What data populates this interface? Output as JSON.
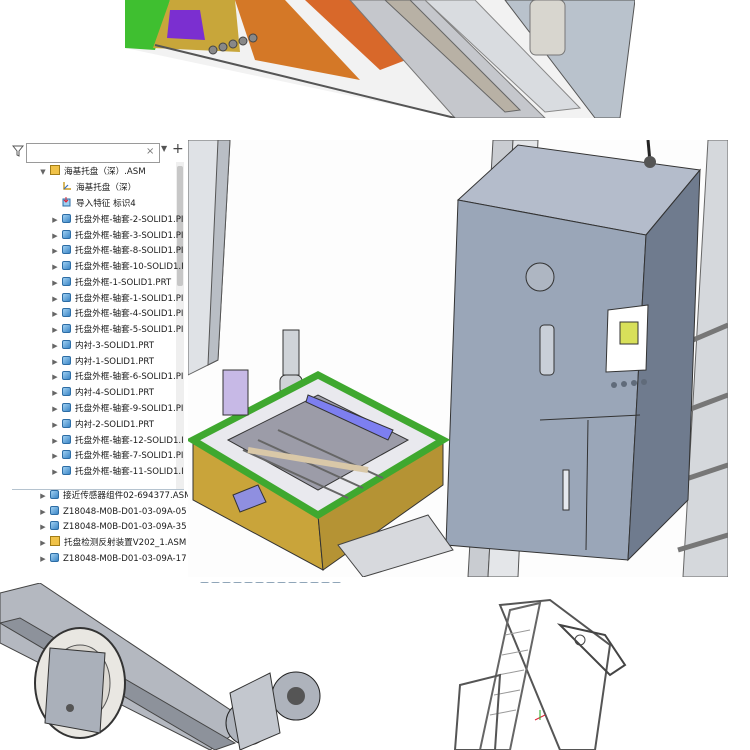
{
  "tree": {
    "search_placeholder": "",
    "clear_symbol": "×",
    "add_symbol": "+",
    "items": [
      {
        "label": "海基托盘（深）.ASM",
        "type": "asm",
        "expand": "▼"
      },
      {
        "label": "海基托盘（深）",
        "type": "csys",
        "expand": ""
      },
      {
        "label": "导入特征 标识4",
        "type": "import",
        "expand": ""
      },
      {
        "label": "托盘外框-轴套-2-SOLID1.PI",
        "type": "part",
        "expand": "▶"
      },
      {
        "label": "托盘外框-轴套-3-SOLID1.PI",
        "type": "part",
        "expand": "▶"
      },
      {
        "label": "托盘外框-轴套-8-SOLID1.PI",
        "type": "part",
        "expand": "▶"
      },
      {
        "label": "托盘外框-轴套-10-SOLID1.I",
        "type": "part",
        "expand": "▶"
      },
      {
        "label": "托盘外框-1-SOLID1.PRT",
        "type": "part",
        "expand": "▶"
      },
      {
        "label": "托盘外框-轴套-1-SOLID1.PI",
        "type": "part",
        "expand": "▶"
      },
      {
        "label": "托盘外框-轴套-4-SOLID1.PI",
        "type": "part",
        "expand": "▶"
      },
      {
        "label": "托盘外框-轴套-5-SOLID1.PI",
        "type": "part",
        "expand": "▶"
      },
      {
        "label": "内衬-3-SOLID1.PRT",
        "type": "part",
        "expand": "▶"
      },
      {
        "label": "内衬-1-SOLID1.PRT",
        "type": "part",
        "expand": "▶"
      },
      {
        "label": "托盘外框-轴套-6-SOLID1.PI",
        "type": "part",
        "expand": "▶"
      },
      {
        "label": "内衬-4-SOLID1.PRT",
        "type": "part",
        "expand": "▶"
      },
      {
        "label": "托盘外框-轴套-9-SOLID1.PI",
        "type": "part",
        "expand": "▶"
      },
      {
        "label": "内衬-2-SOLID1.PRT",
        "type": "part",
        "expand": "▶"
      },
      {
        "label": "托盘外框-轴套-12-SOLID1.I",
        "type": "part",
        "expand": "▶"
      },
      {
        "label": "托盘外框-轴套-7-SOLID1.PI",
        "type": "part",
        "expand": "▶"
      },
      {
        "label": "托盘外框-轴套-11-SOLID1.I",
        "type": "part",
        "expand": "▶"
      },
      {
        "label": "接近传感器组件02-694377.ASM",
        "type": "part",
        "expand": "▶"
      },
      {
        "label": "Z18048-M0B-D01-03-09A-05",
        "type": "part",
        "expand": "▶"
      },
      {
        "label": "Z18048-M0B-D01-03-09A-35",
        "type": "part",
        "expand": "▶"
      },
      {
        "label": "托盘检测反射装置V202_1.ASM",
        "type": "asm",
        "expand": "▶"
      },
      {
        "label": "Z18048-M0B-D01-03-09A-17",
        "type": "part",
        "expand": "▶"
      }
    ]
  },
  "icons": {
    "filter": "filter-icon",
    "clear": "close-icon",
    "add": "plus-icon",
    "part": "part-icon",
    "assembly": "assembly-icon"
  },
  "colors": {
    "frame_green": "#3fa82f",
    "frame_yellow": "#c9a43a",
    "panel_blue": "#8f8fe0",
    "cabinet_grey": "#98a5b6",
    "purple": "#7a3cc8",
    "orange": "#d66a18"
  }
}
